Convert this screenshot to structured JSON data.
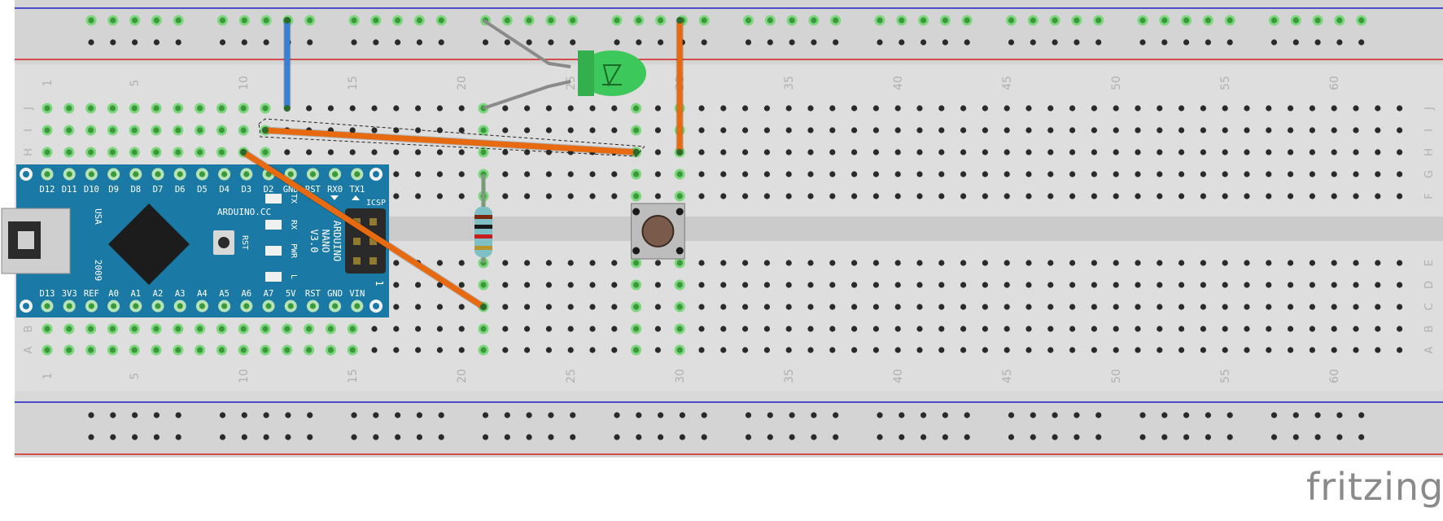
{
  "breadboard": {
    "columns": 63,
    "column_label_marks": [
      "1",
      "5",
      "10",
      "15",
      "20",
      "25",
      "30",
      "35",
      "40",
      "45",
      "50",
      "55",
      "60"
    ],
    "rows_top": [
      "J",
      "I",
      "H",
      "G",
      "F"
    ],
    "rows_bottom": [
      "E",
      "D",
      "C",
      "B",
      "A"
    ],
    "rail_groups": 10
  },
  "arduino": {
    "pins_top": [
      "D12",
      "D11",
      "D10",
      "D9",
      "D8",
      "D7",
      "D6",
      "D5",
      "D4",
      "D3",
      "D2",
      "GND",
      "RST",
      "RX0",
      "TX1"
    ],
    "pins_bottom": [
      "D13",
      "3V3",
      "REF",
      "A0",
      "A1",
      "A2",
      "A3",
      "A4",
      "A5",
      "A6",
      "A7",
      "5V",
      "RST",
      "GND",
      "VIN"
    ],
    "brand": "ARDUINO.CC",
    "model": "ARDUINO NANO V3.0",
    "model_lines": [
      "ARDUINO",
      "NANO",
      "V3.0"
    ],
    "country": "USA",
    "year": "2009",
    "reset_label": "RST",
    "icsp_label": "ICSP",
    "icsp_pin1": "1",
    "led_labels": [
      "TX",
      "RX",
      "PWR",
      "L"
    ]
  },
  "wires": [
    {
      "name": "blue-wire",
      "color": "#3b7fd4"
    },
    {
      "name": "orange-wire-long",
      "color": "#e86a10"
    },
    {
      "name": "orange-wire-diagonal",
      "color": "#e86a10"
    },
    {
      "name": "orange-wire-vertical",
      "color": "#e86a10"
    }
  ],
  "components": {
    "led": {
      "color": "#3cc85a",
      "name": "green-led"
    },
    "resistor": {
      "name": "resistor"
    },
    "pushbutton": {
      "name": "pushbutton"
    }
  },
  "colors": {
    "rail_positive": "#d42020",
    "rail_negative": "#2020c8",
    "hole_connected": "#7ed67e",
    "arduino_board": "#1b7aa5"
  },
  "branding": {
    "logo_text": "fritzing"
  }
}
